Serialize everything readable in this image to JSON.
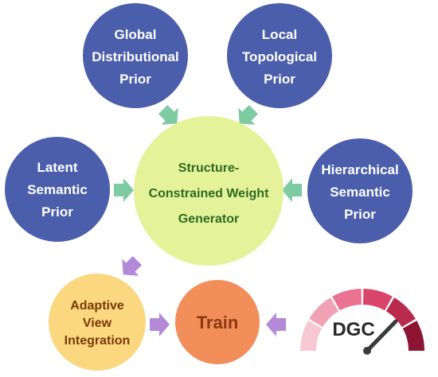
{
  "nodes": {
    "global_prior": {
      "lines": [
        "Global",
        "Distributional",
        "Prior"
      ],
      "fill": "#4a5eab",
      "text_color": "#ffffff"
    },
    "local_prior": {
      "lines": [
        "Local",
        "Topological",
        "Prior"
      ],
      "fill": "#4a5eab",
      "text_color": "#ffffff"
    },
    "latent_prior": {
      "lines": [
        "Latent",
        "Semantic",
        "Prior"
      ],
      "fill": "#4a5eab",
      "text_color": "#ffffff"
    },
    "hierarchical_prior": {
      "lines": [
        "Hierarchical",
        "Semantic",
        "Prior"
      ],
      "fill": "#4a5eab",
      "text_color": "#ffffff"
    },
    "generator": {
      "lines": [
        "Structure-",
        "Constrained Weight",
        "Generator"
      ],
      "fill": "#e4f29a",
      "text_color": "#2e6b22"
    },
    "adaptive_view": {
      "lines": [
        "Adaptive",
        "View",
        "Integration"
      ],
      "fill": "#fbd77f",
      "text_color": "#7a3a08"
    },
    "train": {
      "lines": [
        "Train"
      ],
      "fill": "#f28e59",
      "text_color": "#8a3914"
    }
  },
  "gauge": {
    "label": "DGC",
    "segment_colors": [
      "#f7c8d2",
      "#f0a2b4",
      "#e97391",
      "#d9456a",
      "#b92a4c",
      "#8d1433"
    ],
    "needle_color": "#3a3a3a"
  },
  "arrows": {
    "prior_color": "#7ecba1",
    "flow_color": "#b48ad8"
  }
}
